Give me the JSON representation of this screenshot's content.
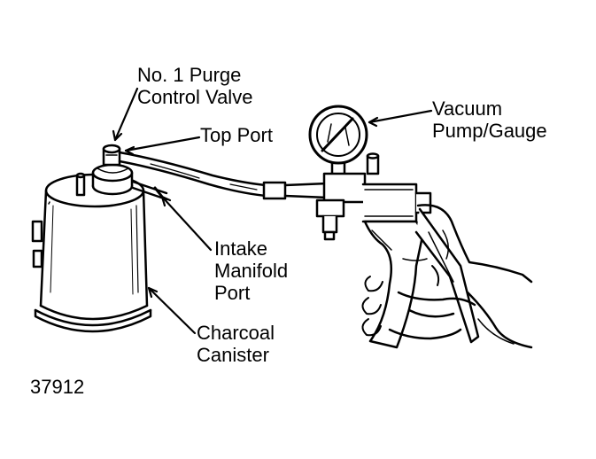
{
  "labels": {
    "purge_valve": [
      "No. 1 Purge",
      "Control Valve"
    ],
    "top_port": "Top Port",
    "vacuum_pump": [
      "Vacuum",
      "Pump/Gauge"
    ],
    "intake_port": [
      "Intake",
      "Manifold",
      "Port"
    ],
    "charcoal_canister": [
      "Charcoal",
      "Canister"
    ],
    "figure_number": "37912"
  },
  "colors": {
    "ink": "#000000",
    "paper": "#ffffff"
  }
}
